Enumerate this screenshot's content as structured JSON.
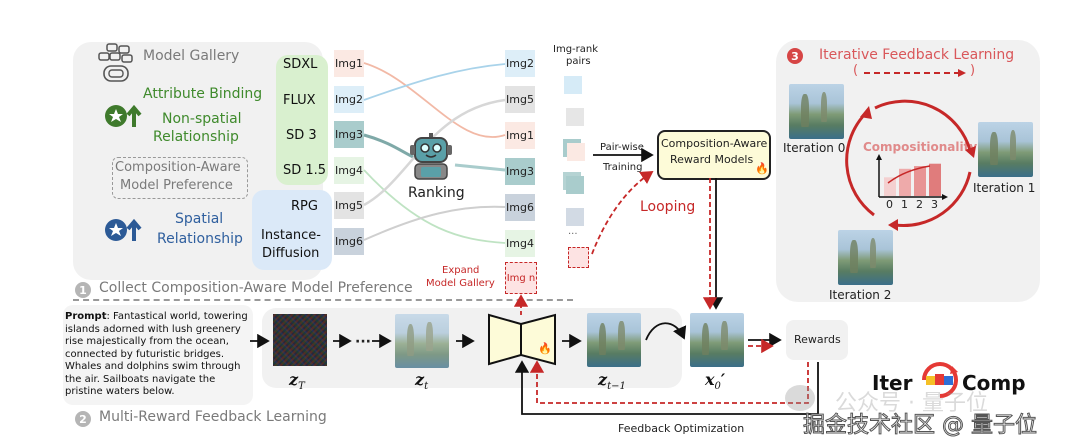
{
  "section1": {
    "number": "1",
    "title": "Collect Composition-Aware Model Preference",
    "gallery_title": "Model Gallery",
    "green_category": {
      "labels": [
        "Attribute Binding",
        "Non-spatial",
        "Relationship"
      ],
      "color": "#3f8a2c"
    },
    "dashed_box": [
      "Composition-Aware",
      "Model Preference"
    ],
    "blue_category": {
      "labels": [
        "Spatial",
        "Relationship"
      ],
      "color": "#2f5f9e"
    },
    "green_models": [
      "SDXL",
      "FLUX",
      "SD 3",
      "SD 1.5"
    ],
    "blue_models": [
      "RPG",
      "Instance-",
      "Diffusion"
    ],
    "input_images": [
      {
        "label": "Img1",
        "color": "#fbe9e3"
      },
      {
        "label": "Img2",
        "color": "#ddeef8"
      },
      {
        "label": "Img3",
        "color": "#a9cccc"
      },
      {
        "label": "Img4",
        "color": "#e6f4e4"
      },
      {
        "label": "Img5",
        "color": "#e3e3e3"
      },
      {
        "label": "Img6",
        "color": "#c9d2dc"
      }
    ],
    "ranker_label": "Ranking",
    "ranked_images": [
      {
        "label": "Img2",
        "color": "#ddeef8"
      },
      {
        "label": "Img5",
        "color": "#e3e3e3"
      },
      {
        "label": "Img1",
        "color": "#fbe9e3"
      },
      {
        "label": "Img3",
        "color": "#a9cccc"
      },
      {
        "label": "Img6",
        "color": "#c9d2dc"
      },
      {
        "label": "Img4",
        "color": "#e6f4e4"
      }
    ],
    "new_image": "Img n",
    "expand_label": [
      "Expand",
      "Model Gallery"
    ],
    "pairs_title": [
      "Img-rank",
      "pairs"
    ],
    "pairs_ellipsis": "...",
    "training_label": [
      "Pair-wise",
      "Training"
    ],
    "reward_model": [
      "Composition-Aware",
      "Reward Models"
    ],
    "looping_label": "Looping"
  },
  "section2": {
    "number": "2",
    "title": "Multi-Reward Feedback Learning",
    "prompt_label": "Prompt",
    "prompt_text": ": Fantastical world, towering islands adorned with lush greenery rise majestically from the ocean, connected by futuristic bridges. Whales and dolphins swim through the air. Sailboats navigate the pristine waters below.",
    "latents": {
      "zT": "z",
      "zT_sub": "T",
      "zt": "z",
      "zt_sub": "t",
      "zt1": "z",
      "zt1_sub": "t−1",
      "x0": "x",
      "x0_sub": "0",
      "x0_prime": "′"
    },
    "ellipsis": "···",
    "rewards_label": "Rewards",
    "feedback_label": "Feedback Optimization"
  },
  "section3": {
    "number": "3",
    "title": "Iterative Feedback Learning",
    "legend_open": "(",
    "legend_close": ")",
    "iterations": [
      "Iteration 0",
      "Iteration 1",
      "Iteration 2"
    ],
    "chart_title": "Compositionality",
    "chart_ticks": [
      "0",
      "1",
      "2",
      "3"
    ],
    "chart_values": [
      0.55,
      0.8,
      0.88,
      0.95
    ]
  },
  "logo": {
    "left": "Iter",
    "right": "Comp"
  },
  "watermarks": {
    "faint": "公众号 · 量子位",
    "main": "掘金技术社区 @ 量子位"
  },
  "colors": {
    "accent_red": "#c62828",
    "reward_box": "#fdfbd8",
    "green_model_bg": "#d9f0cf",
    "blue_model_bg": "#dbe9f8",
    "panel": "#f1f1f1"
  }
}
